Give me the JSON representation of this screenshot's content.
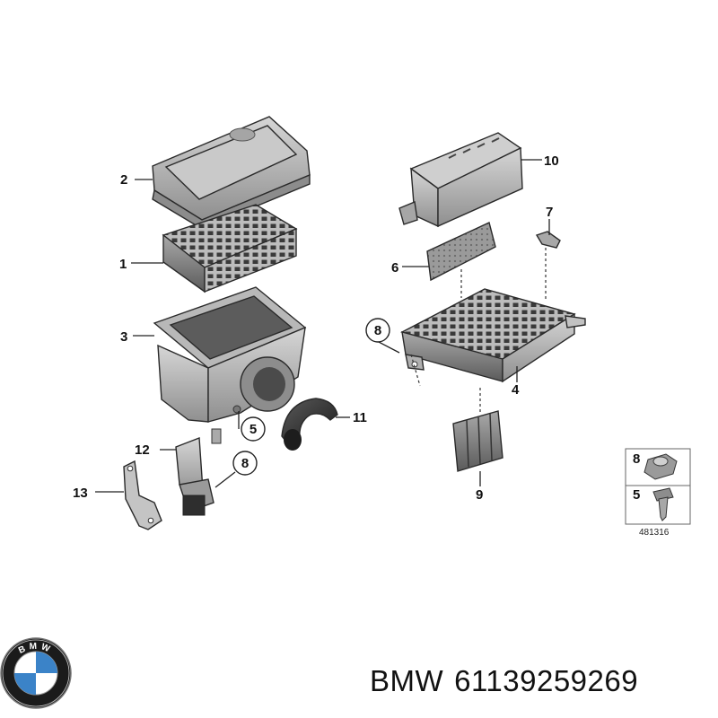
{
  "callouts": {
    "c1": "1",
    "c2": "2",
    "c3": "3",
    "c4": "4",
    "c5": "5",
    "c6": "6",
    "c7": "7",
    "c8a": "8",
    "c8b": "8",
    "c9": "9",
    "c10": "10",
    "c11": "11",
    "c12": "12",
    "c13": "13"
  },
  "legend": {
    "nut_label": "8",
    "bolt_label": "5",
    "drawing_id": "481316"
  },
  "logo": {
    "text": "BMW"
  },
  "caption": {
    "brand": "BMW",
    "part_number": "61139259269"
  },
  "colors": {
    "part_fill": "#bdbdbd",
    "part_dark": "#6d6d6d",
    "logo_blue": "#3b83c8"
  }
}
